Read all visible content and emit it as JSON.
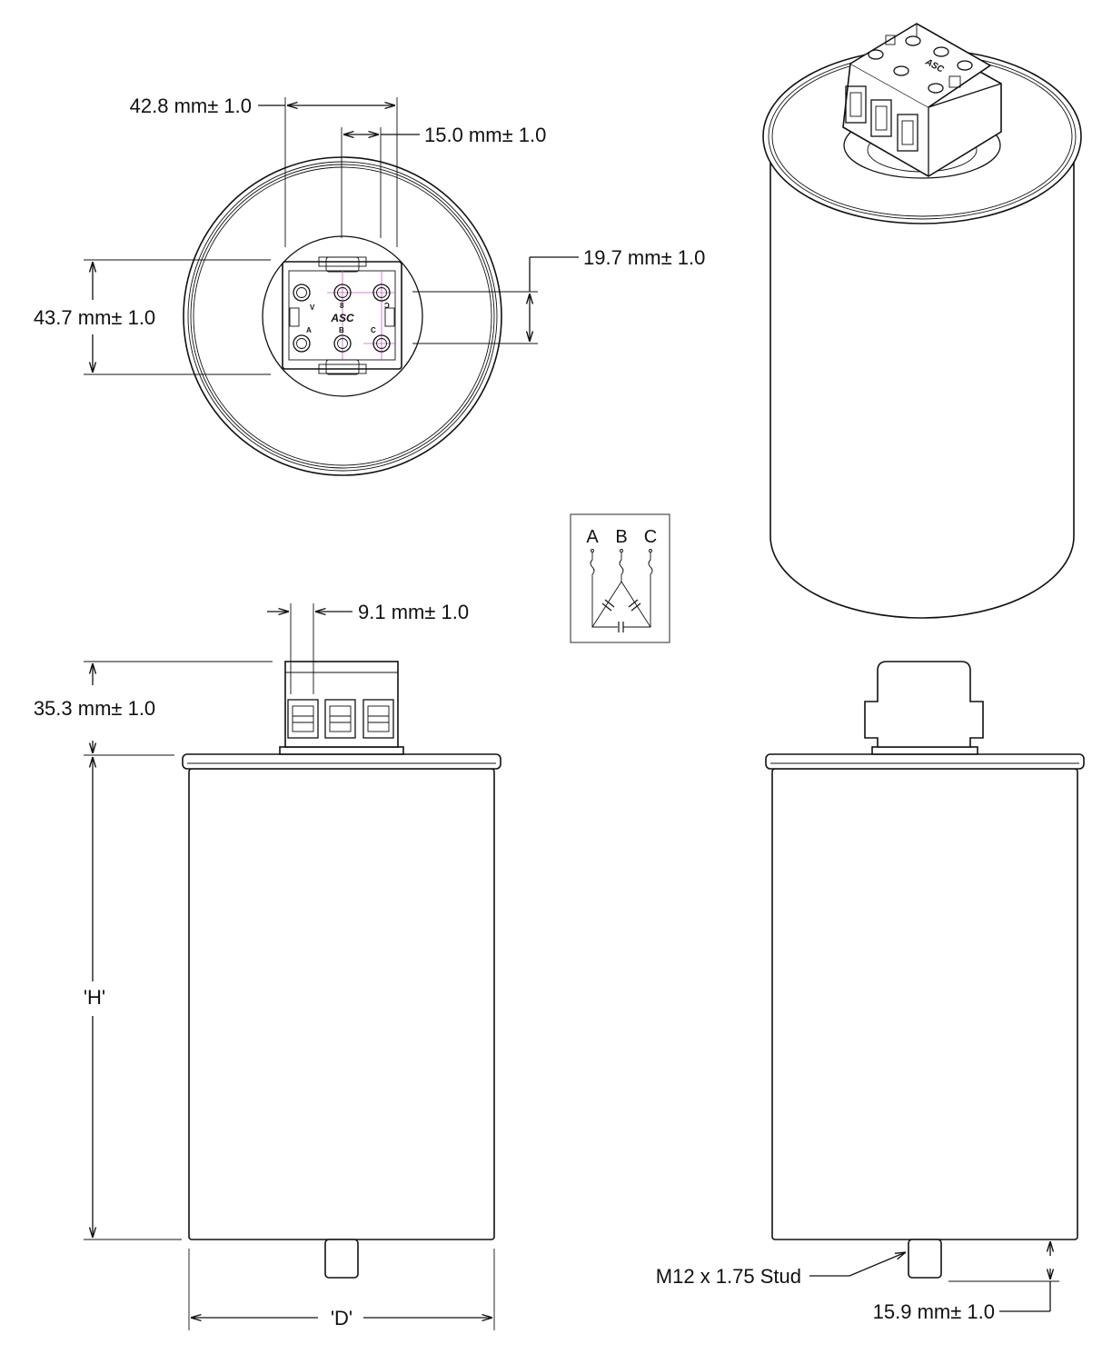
{
  "dimensions": {
    "terminal_span": "42.8 mm± 1.0",
    "terminal_pitch": "15.0 mm± 1.0",
    "terminal_row_depth": "43.7 mm± 1.0",
    "terminal_row_spacing": "19.7 mm± 1.0",
    "terminal_slot_width": "9.1 mm± 1.0",
    "terminal_block_height": "35.3 mm± 1.0",
    "can_height": "'H'",
    "can_diameter": "'D'",
    "stud_length": "15.9 mm± 1.0"
  },
  "callouts": {
    "stud": "M12 x 1.75 Stud"
  },
  "schematic": {
    "phase_a": "A",
    "phase_b": "B",
    "phase_c": "C"
  },
  "terminal_marks": {
    "a": "A",
    "b": "B",
    "c": "C",
    "a_inv": "V",
    "b_inv": "8",
    "c_inv": "Ɔ"
  },
  "logo": "ASC"
}
